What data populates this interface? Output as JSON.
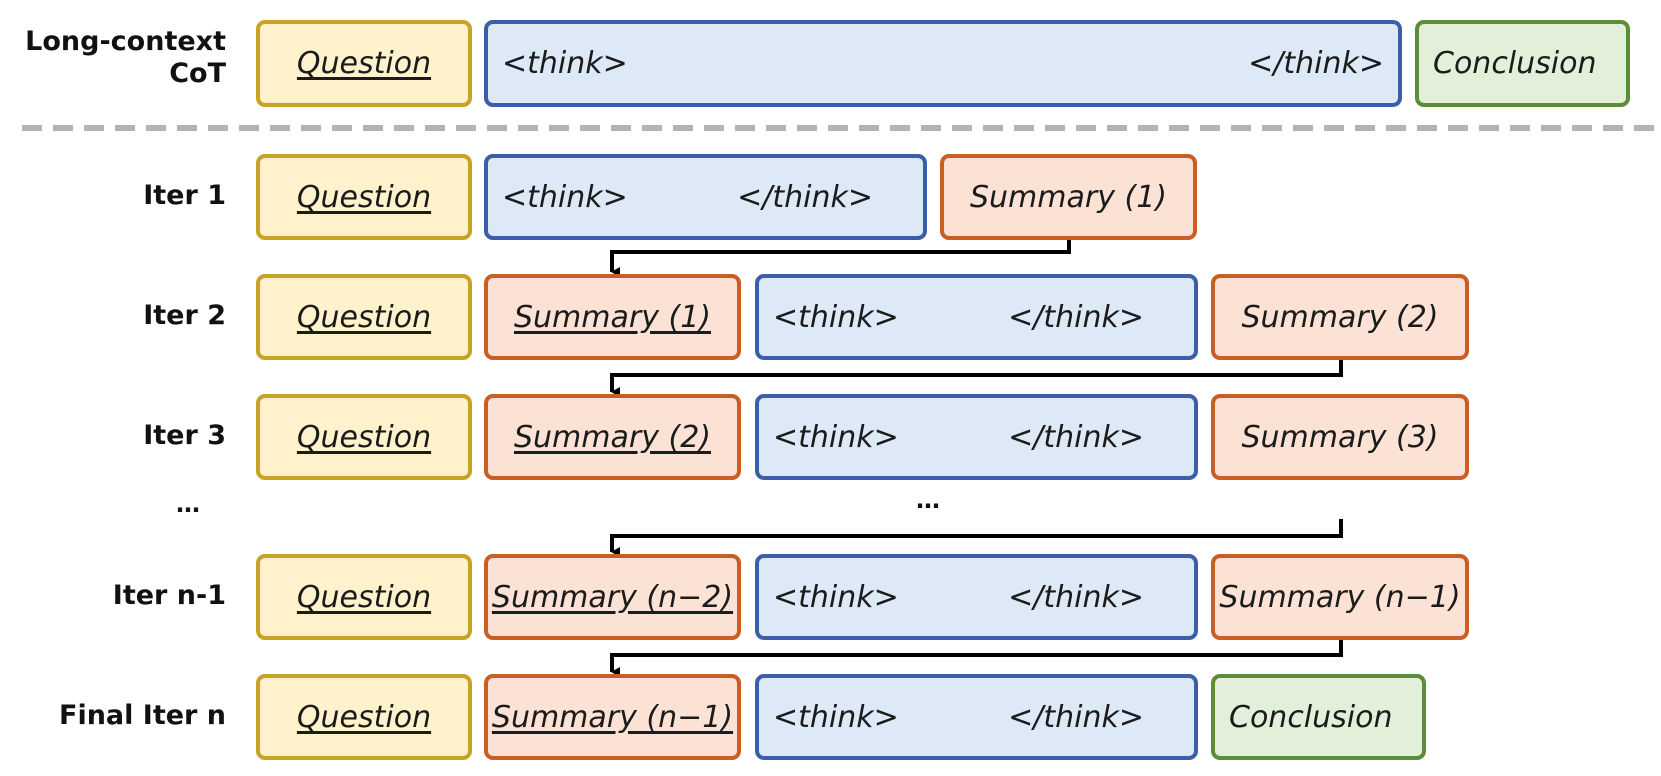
{
  "rows": {
    "long_context": {
      "label_line1": "Long-context",
      "label_line2": "CoT",
      "question": "Question",
      "think_open": "<think>",
      "think_close": "</think>",
      "conclusion": "Conclusion"
    },
    "iter1": {
      "label": "Iter 1",
      "question": "Question",
      "think_open": "<think>",
      "think_close": "</think>",
      "summary_out": "Summary (1)"
    },
    "iter2": {
      "label": "Iter 2",
      "question": "Question",
      "summary_in": "Summary (1)",
      "think_open": "<think>",
      "think_close": "</think>",
      "summary_out": "Summary (2)"
    },
    "iter3": {
      "label": "Iter 3",
      "question": "Question",
      "summary_in": "Summary (2)",
      "think_open": "<think>",
      "think_close": "</think>",
      "summary_out": "Summary (3)"
    },
    "ellipsis": {
      "label": "…",
      "middle": "…"
    },
    "iter_n1": {
      "label": "Iter n-1",
      "question": "Question",
      "summary_in": "Summary (n−2)",
      "think_open": "<think>",
      "think_close": "</think>",
      "summary_out": "Summary (n−1)"
    },
    "final": {
      "label": "Final Iter n",
      "question": "Question",
      "summary_in": "Summary (n−1)",
      "think_open": "<think>",
      "think_close": "</think>",
      "conclusion": "Conclusion"
    }
  },
  "colors": {
    "question_fill": "#fff2cc",
    "question_border": "#c9a227",
    "think_fill": "#dde9f6",
    "think_border": "#3a5ea7",
    "summary_fill": "#fbe2d5",
    "summary_border": "#c95f24",
    "conclusion_fill": "#e2efd9",
    "conclusion_border": "#5e8d3a",
    "separator": "#b3b3b3",
    "arrow": "#000000"
  }
}
